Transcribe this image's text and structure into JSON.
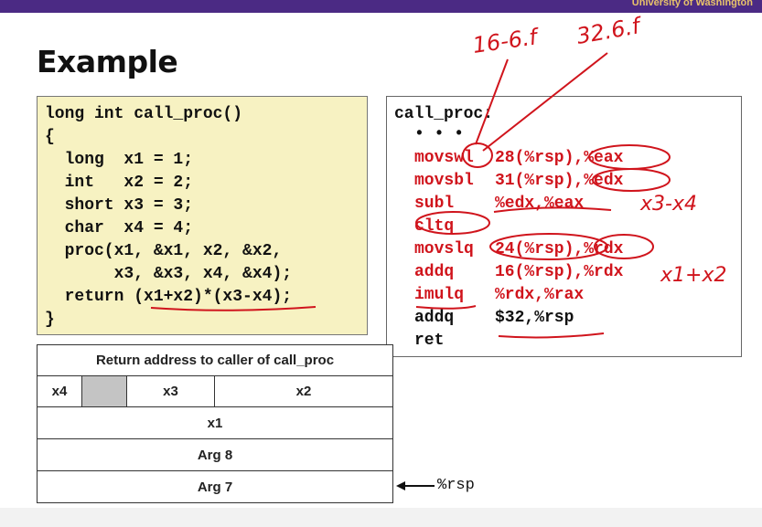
{
  "header": {
    "institution": "University of Washington"
  },
  "slide": {
    "title": "Example"
  },
  "c_code": {
    "lines": [
      "long int call_proc()",
      "{",
      "  long  x1 = 1;",
      "  int   x2 = 2;",
      "  short x3 = 3;",
      "  char  x4 = 4;",
      "  proc(x1, &x1, x2, &x2,",
      "       x3, &x3, x4, &x4);",
      "  return (x1+x2)*(x3-x4);",
      "}"
    ]
  },
  "asm": {
    "header": "call_proc:",
    "dots": "• • •",
    "rows": [
      {
        "op": "movswl",
        "args": "28(%rsp),%eax"
      },
      {
        "op": "movsbl",
        "args": "31(%rsp),%edx"
      },
      {
        "op": "subl",
        "args": "%edx,%eax"
      },
      {
        "op": "cltq",
        "args": ""
      },
      {
        "op": "movslq",
        "args": "24(%rsp),%rdx"
      },
      {
        "op": "addq",
        "args": "16(%rsp),%rdx"
      },
      {
        "op": "imulq",
        "args": "%rdx,%rax"
      },
      {
        "op": "addq",
        "args": "$32,%rsp"
      },
      {
        "op": "ret",
        "args": ""
      }
    ]
  },
  "stack": {
    "return_address": "Return address to caller of call_proc",
    "x4": "x4",
    "x3": "x3",
    "x2": "x2",
    "x1": "x1",
    "arg8": "Arg 8",
    "arg7": "Arg 7",
    "rsp_pointer": "%rsp"
  },
  "annotations": {
    "note_16": "16-6.f",
    "note_32": "32.6.f",
    "note_sub": "x3-x4",
    "note_add": "x1+x2"
  },
  "colors": {
    "accent_purple": "#4b2a84",
    "ink_red": "#d0141c",
    "code_bg": "#f7f2c2"
  }
}
